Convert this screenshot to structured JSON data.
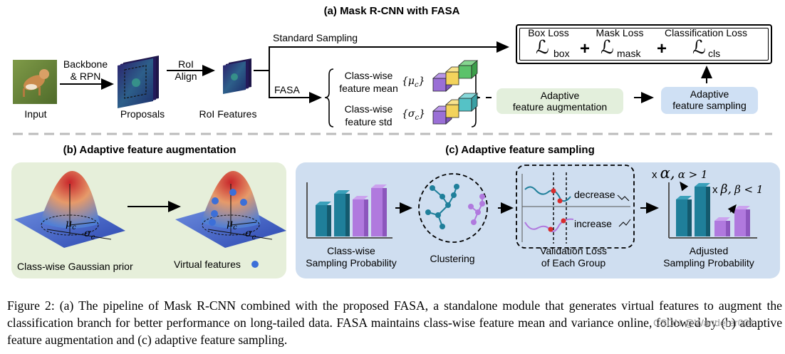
{
  "panel_a": {
    "title": "(a) Mask R-CNN with FASA",
    "input_label": "Input",
    "backbone_line1": "Backbone",
    "backbone_line2": "& RPN",
    "proposals_label": "Proposals",
    "roi_align_line1": "RoI",
    "roi_align_line2": "Align",
    "roi_features_label": "RoI Features",
    "standard_sampling": "Standard Sampling",
    "fasa": "FASA",
    "mean_line1": "Class-wise",
    "mean_line2": "feature mean",
    "mean_symbol": "{μ",
    "mean_symbol_sub": "c",
    "mean_symbol_close": "}",
    "std_line1": "Class-wise",
    "std_line2": "feature std",
    "std_symbol": "{σ",
    "std_symbol_sub": "c",
    "std_symbol_close": "}",
    "aug_line1": "Adaptive",
    "aug_line2": "feature augmentation",
    "samp_line1": "Adaptive",
    "samp_line2": "feature sampling",
    "loss_labels": [
      "Box Loss",
      "Mask Loss",
      "Classification Loss"
    ],
    "loss_symbol": "ℒ",
    "loss_subs": [
      "box",
      "mask",
      "cls"
    ],
    "plus": "+"
  },
  "panel_b": {
    "title": "(b) Adaptive feature augmentation",
    "prior_label": "Class-wise Gaussian prior",
    "virtual_label": "Virtual features",
    "mu": "μ",
    "mu_sub": "c",
    "sigma": "σ",
    "sigma_sub": "c"
  },
  "panel_c": {
    "title": "(c) Adaptive feature sampling",
    "prob_line1": "Class-wise",
    "prob_line2": "Sampling Probability",
    "clustering": "Clustering",
    "val_line1": "Validation Loss",
    "val_line2": "of Each Group",
    "decrease": "decrease",
    "increase": "increase",
    "adj_line1": "Adjusted",
    "adj_line2": "Sampling Probability",
    "alpha_mult": "x",
    "alpha": "α,",
    "alpha_cond": "α > 1",
    "beta_mult": "x",
    "beta": "β,",
    "beta_cond": "β < 1"
  },
  "caption": "Figure 2: (a) The pipeline of Mask R-CNN combined with the proposed FASA, a standalone module that generates virtual features to augment the classification branch for better performance on long-tailed data. FASA maintains class-wise feature mean and variance online, followed by (b) adaptive feature augmentation and (c) adaptive feature sampling.",
  "watermark": "CSDN @Wanderer001",
  "colors": {
    "teal": "#1f7f9a",
    "purple": "#b079de",
    "panel_b_bg": "#e6efda",
    "panel_c_bg": "#cfdef0",
    "red": "#d92c2c",
    "blue_dot": "#3c6fd8"
  }
}
